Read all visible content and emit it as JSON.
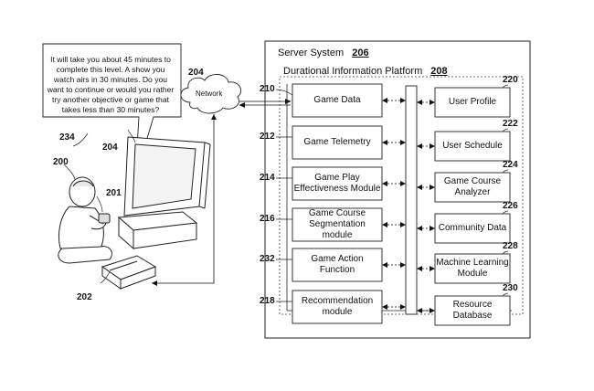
{
  "bubble": {
    "lines": [
      "It will take you about 45 minutes to",
      "complete this level.  A show you",
      "watch airs in 30 minutes.  Do you",
      "want to continue or would you rather",
      "try another objective or game that",
      "takes less than 30 minutes?"
    ]
  },
  "network": {
    "label": "Network",
    "ref": "204"
  },
  "user_side": {
    "bubble_ref": "234",
    "user_ref": "200",
    "display_ref": "204",
    "controller_ref": "201",
    "console_ref": "202"
  },
  "server": {
    "title": "Server System",
    "ref": "206",
    "platform_title": "Durational Information Platform",
    "platform_ref": "208"
  },
  "left_modules": [
    {
      "ref": "210",
      "lines": [
        "Game Data"
      ]
    },
    {
      "ref": "212",
      "lines": [
        "Game Telemetry"
      ]
    },
    {
      "ref": "214",
      "lines": [
        "Game Play",
        "Effectiveness Module"
      ]
    },
    {
      "ref": "216",
      "lines": [
        "Game Course",
        "Segmentation",
        "module"
      ]
    },
    {
      "ref": "232",
      "lines": [
        "Game Action",
        "Function"
      ]
    },
    {
      "ref": "218",
      "lines": [
        "Recommendation",
        "module"
      ]
    }
  ],
  "right_modules": [
    {
      "ref": "220",
      "lines": [
        "User Profile"
      ]
    },
    {
      "ref": "222",
      "lines": [
        "User Schedule"
      ]
    },
    {
      "ref": "224",
      "lines": [
        "Game Course",
        "Analyzer"
      ]
    },
    {
      "ref": "226",
      "lines": [
        "Community Data"
      ]
    },
    {
      "ref": "228",
      "lines": [
        "Machine Learning",
        "Module"
      ]
    },
    {
      "ref": "230",
      "lines": [
        "Resource",
        "Database"
      ]
    }
  ]
}
